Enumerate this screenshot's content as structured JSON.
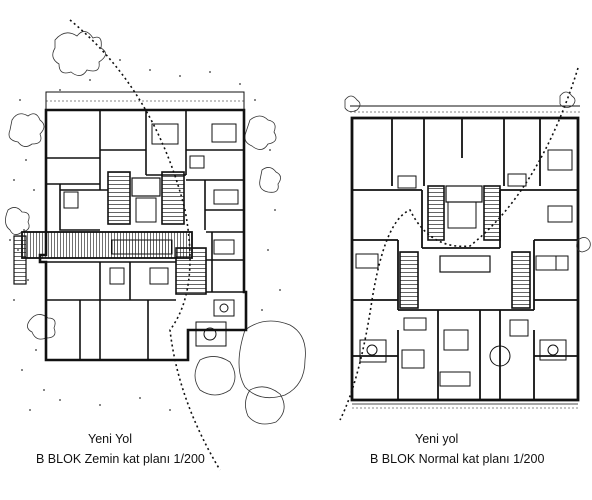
{
  "plans": [
    {
      "road_label": "Yeni Yol",
      "caption": "B BLOK Zemin kat planı 1/200"
    },
    {
      "road_label": "Yeni yol",
      "caption": "B BLOK Normal kat planı 1/200"
    }
  ],
  "colors": {
    "ink": "#111111",
    "paper": "#ffffff"
  }
}
